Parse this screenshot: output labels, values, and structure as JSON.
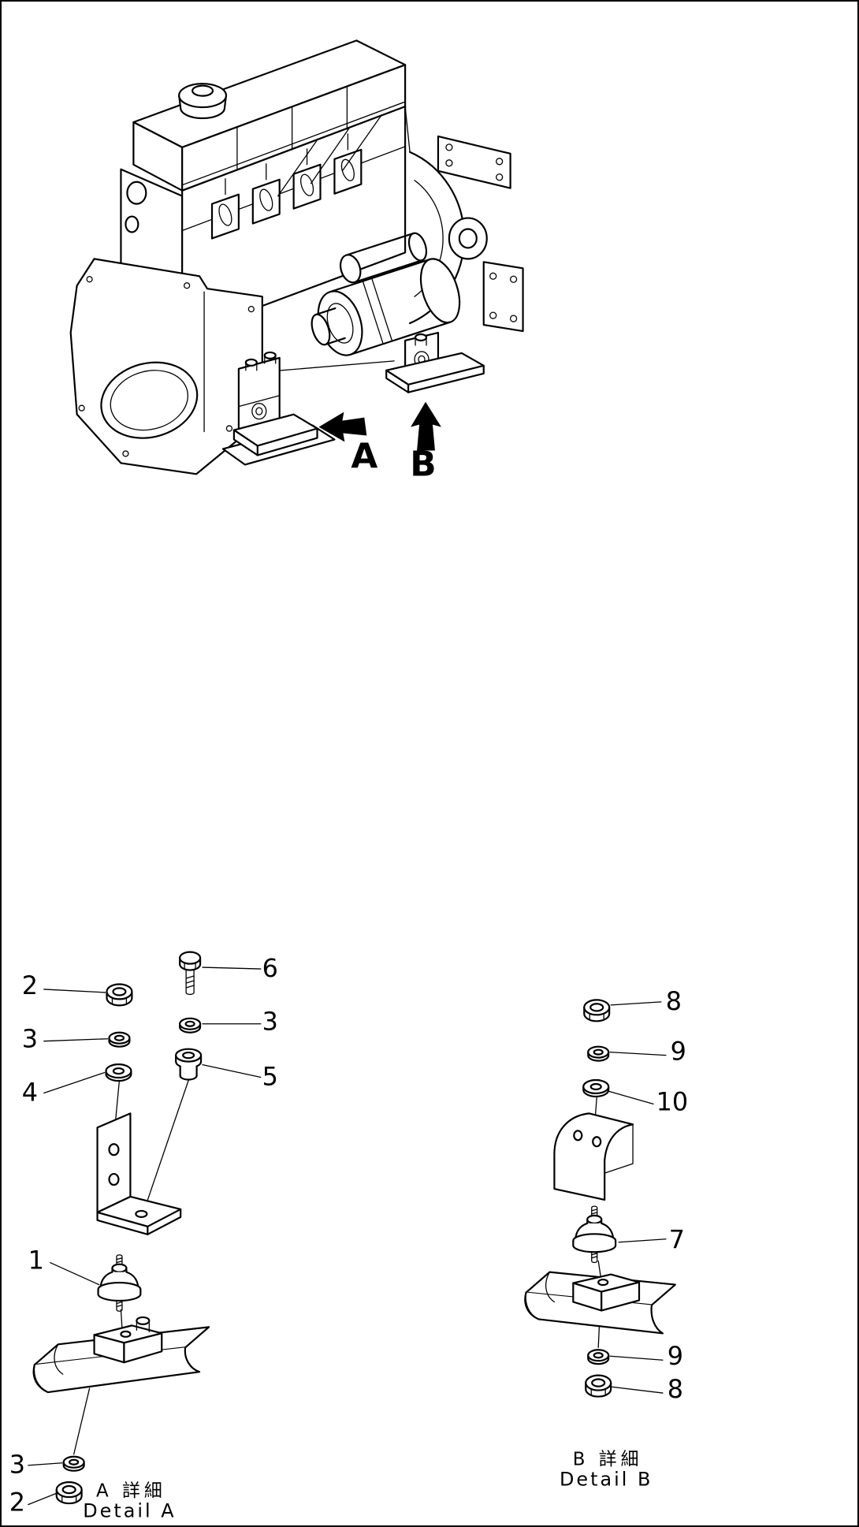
{
  "page": {
    "background": "#ffffff",
    "line_color": "#000000"
  },
  "engine_view": {
    "label_a": "A",
    "label_b": "B"
  },
  "detail_a": {
    "caption_line1": "A 詳細",
    "caption_line2": "Detail A",
    "callouts": [
      "2",
      "3",
      "4",
      "6",
      "3",
      "5",
      "1",
      "3",
      "2"
    ]
  },
  "detail_b": {
    "caption_line1": "B 詳細",
    "caption_line2": "Detail B",
    "callouts": [
      "8",
      "9",
      "10",
      "7",
      "9",
      "8"
    ]
  }
}
